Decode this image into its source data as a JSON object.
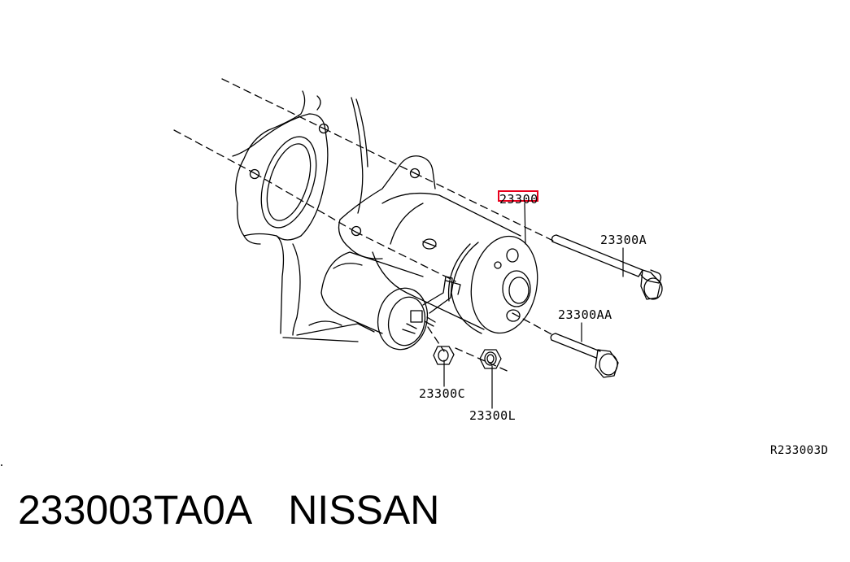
{
  "diagram": {
    "highlight_color": "#e8001c",
    "line_color": "#000000",
    "callouts": [
      {
        "id": "main",
        "text": "23300",
        "highlighted": true
      },
      {
        "id": "a",
        "text": "23300A",
        "highlighted": false
      },
      {
        "id": "aa",
        "text": "23300AA",
        "highlighted": false
      },
      {
        "id": "c",
        "text": "23300C",
        "highlighted": false
      },
      {
        "id": "l",
        "text": "23300L",
        "highlighted": false
      }
    ],
    "reference_code": "R233003D"
  },
  "caption": {
    "part_number": "233003TA0A",
    "brand": "NISSAN"
  }
}
